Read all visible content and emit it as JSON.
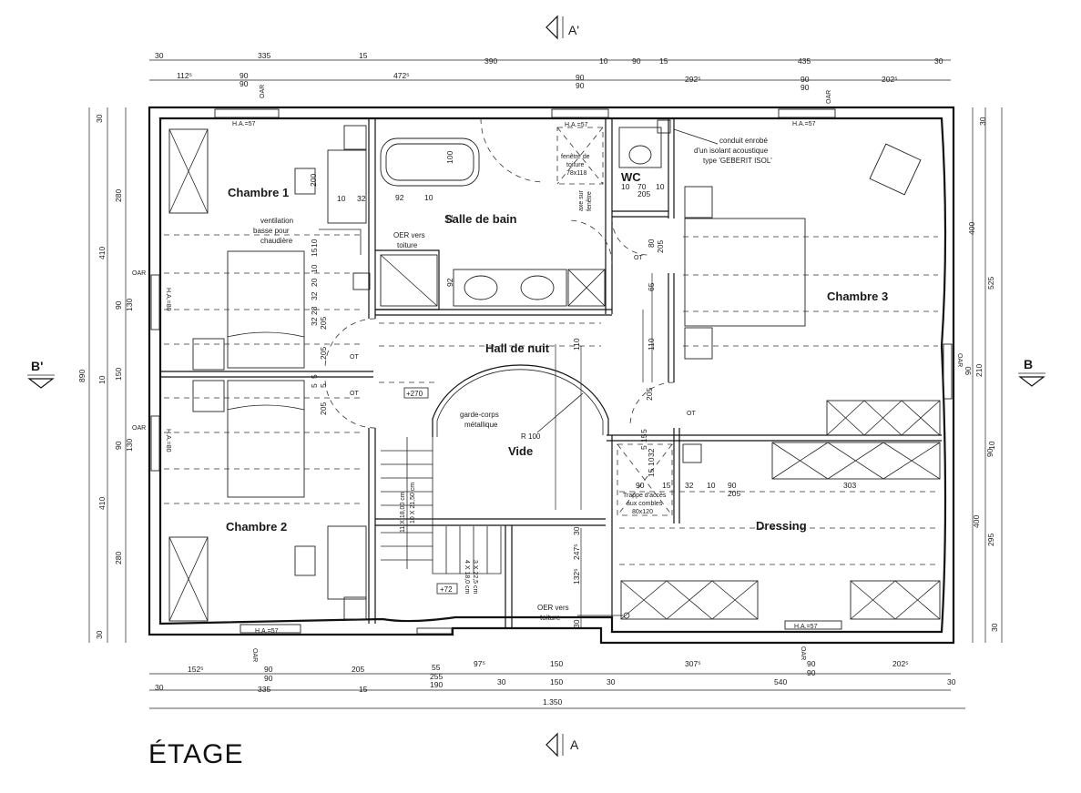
{
  "title": "ÉTAGE",
  "section_marks": {
    "top": "A'",
    "bottom": "A",
    "left": "B'",
    "right": "B"
  },
  "rooms": {
    "chambre1": "Chambre 1",
    "chambre2": "Chambre 2",
    "chambre3": "Chambre 3",
    "sdb": "Salle de bain",
    "wc": "WC",
    "hall": "Hall de nuit",
    "vide": "Vide",
    "dressing": "Dressing"
  },
  "notes": {
    "ventilation": [
      "ventilation",
      "basse pour",
      "chaudière"
    ],
    "oer_top": [
      "OER vers",
      "toiture"
    ],
    "oer_bottom": [
      "OER vers",
      "toiture"
    ],
    "garde_corps": [
      "garde-corps",
      "métallique"
    ],
    "fenetre": [
      "fenêtre de",
      "toiture",
      "78x118"
    ],
    "axe": [
      "axe sur",
      "fenêtre"
    ],
    "conduit": [
      "conduit enrobé",
      "d'un isolant acoustique",
      "type 'GEBERIT ISOL'"
    ],
    "trappe": [
      "Trappe d'accès",
      "aux combles",
      "80x120"
    ],
    "radius": "R 100",
    "level_upper": "+270",
    "level_lower": "+72",
    "stairs_1": "11 X 18,00 cm",
    "stairs_2": "10 X 21,50 cm",
    "stairs_3": "4 X 18,0 cm",
    "stairs_4": "3 X 22,5 cm"
  },
  "window_labels": {
    "ha57": "H.A.=57",
    "ha80": "H.A.=80",
    "oar": "OAR",
    "ot": "OT"
  },
  "dims_top_row1": [
    "30",
    "335",
    "15",
    "390",
    "10",
    "90",
    "15",
    "435",
    "30"
  ],
  "dims_top_row2": [
    "112⁵",
    "90",
    "472⁵",
    "90",
    "292⁵",
    "90",
    "202⁵"
  ],
  "dims_top_row2_sub": [
    "90",
    "90",
    "90"
  ],
  "dims_bottom_row1": [
    "152⁵",
    "90",
    "205",
    "55",
    "97⁵",
    "150",
    "307⁵",
    "90",
    "202⁵"
  ],
  "dims_bottom_row1_sub": [
    "90",
    "255",
    "90"
  ],
  "dims_bottom_row2": [
    "30",
    "335",
    "15",
    "190",
    "30",
    "150",
    "30",
    "540",
    "30"
  ],
  "dims_bottom_total": "1.350",
  "dims_left_outer": [
    "890"
  ],
  "dims_left_mid": [
    "410",
    "10",
    "410"
  ],
  "dims_left_inner": [
    "30",
    "280",
    "90",
    "130",
    "150",
    "90",
    "130",
    "280",
    "30"
  ],
  "dims_right_mid": [
    "400",
    "10",
    "400"
  ],
  "dims_right_outer": [
    "525",
    "210",
    "295"
  ],
  "dims_right_inner": [
    "30",
    "90",
    "30"
  ],
  "dims_interior": [
    "10",
    "32",
    "92",
    "10",
    "92",
    "100",
    "92",
    "10",
    "70",
    "10",
    "205",
    "110",
    "110",
    "247⁵",
    "132⁵",
    "30",
    "30",
    "205",
    "205",
    "90",
    "15",
    "32",
    "10",
    "90",
    "205",
    "303",
    "200",
    "10",
    "15",
    "10",
    "20",
    "32",
    "28",
    "32",
    "205",
    "5",
    "5",
    "5",
    "205",
    "65",
    "80",
    "205",
    "5",
    "15",
    "5",
    "32",
    "10",
    "15",
    "90"
  ]
}
